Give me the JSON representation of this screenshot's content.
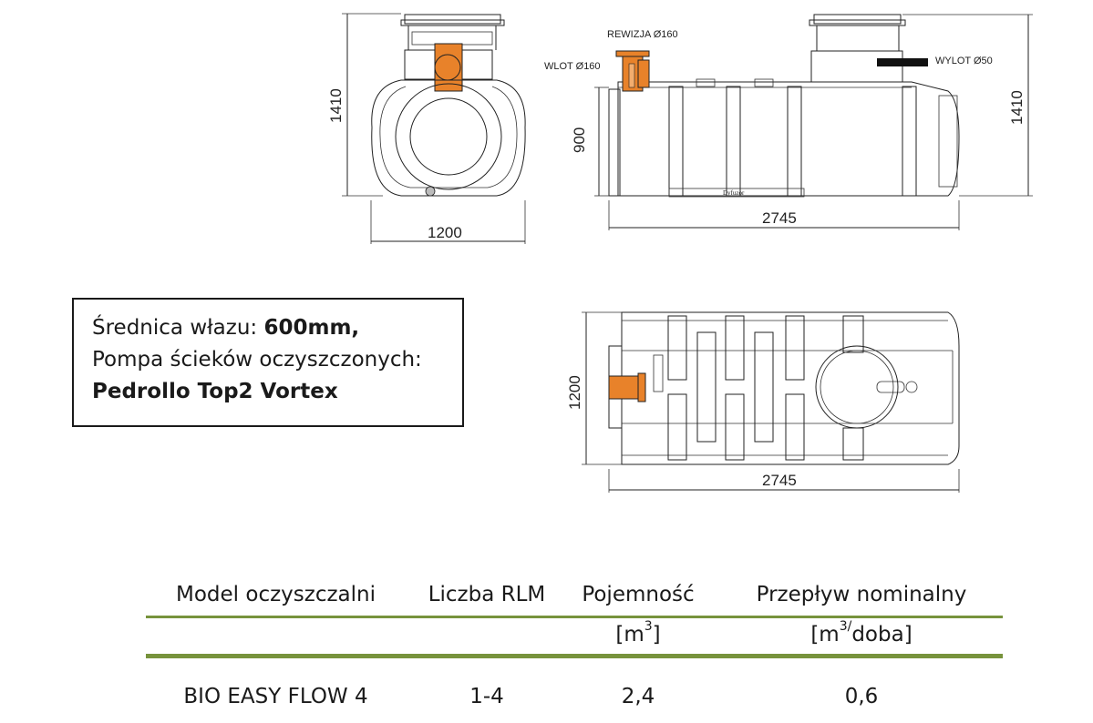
{
  "drawings": {
    "front_view": {
      "height_label": "1410",
      "width_label": "1200"
    },
    "side_view": {
      "inspection_label": "REWIZJA Ø160",
      "inlet_label": "WLOT Ø160",
      "outlet_label": "WYLOT Ø50",
      "inlet_height_label": "900",
      "height_label": "1410",
      "length_label": "2745",
      "diffuser_label": "Dyfuzor"
    },
    "top_view": {
      "width_label": "1200",
      "length_label": "2745"
    },
    "colors": {
      "pipe": "#e8822a",
      "outline": "#222222"
    }
  },
  "info": {
    "line1_prefix": "Średnica włazu: ",
    "line1_value": "600mm,",
    "line2": "Pompa ścieków oczyszczonych:",
    "line3": "Pedrollo Top2 Vortex"
  },
  "table": {
    "headers": [
      "Model oczyszczalni",
      "Liczba RLM",
      "Pojemność",
      "Przepływ nominalny"
    ],
    "units": {
      "capacity_pre": "[m",
      "capacity_sup": "3",
      "capacity_post": "]",
      "flow_pre": "[m",
      "flow_sup": "3/",
      "flow_post": "doba]"
    },
    "rows": [
      {
        "model": "BIO EASY FLOW 4",
        "rlm": "1-4",
        "capacity": "2,4",
        "flow": "0,6"
      }
    ],
    "rule_color": "#77933c"
  }
}
